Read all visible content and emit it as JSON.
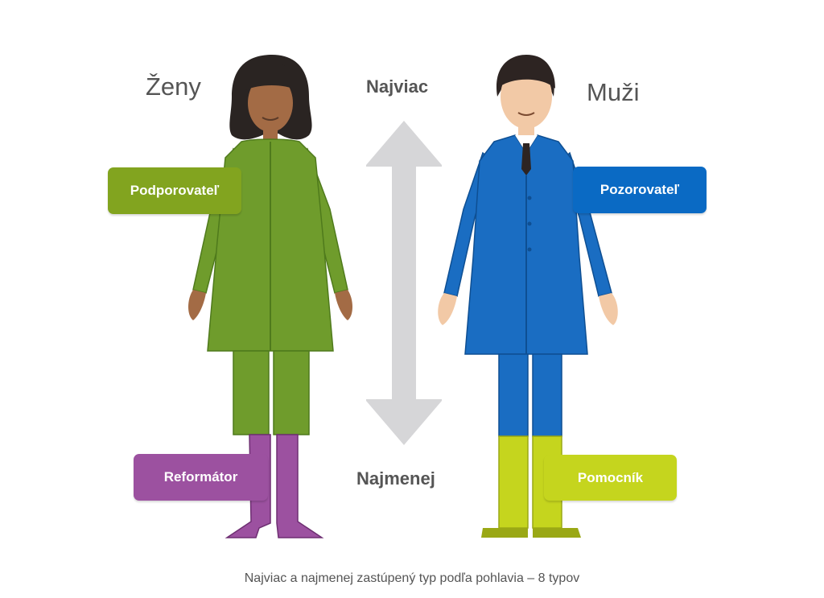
{
  "headings": {
    "women": "Ženy",
    "men": "Muži"
  },
  "scale": {
    "top_label": "Najviac",
    "bottom_label": "Najmenej"
  },
  "women": {
    "most_represented": {
      "label": "Podporovateľ",
      "color": "#82a41f"
    },
    "least_represented": {
      "label": "Reformátor",
      "color": "#9c51a0"
    },
    "clothing_color": "#6f9c2c"
  },
  "men": {
    "most_represented": {
      "label": "Pozorovateľ",
      "color": "#0a6ac4"
    },
    "least_represented": {
      "label": "Pomocník",
      "color": "#c5d51e"
    },
    "clothing_color": "#1a6dc2"
  },
  "arrow_color": "#d6d6d8",
  "caption": "Najviac a najmenej zastúpený typ podľa pohlavia – 8 typov"
}
